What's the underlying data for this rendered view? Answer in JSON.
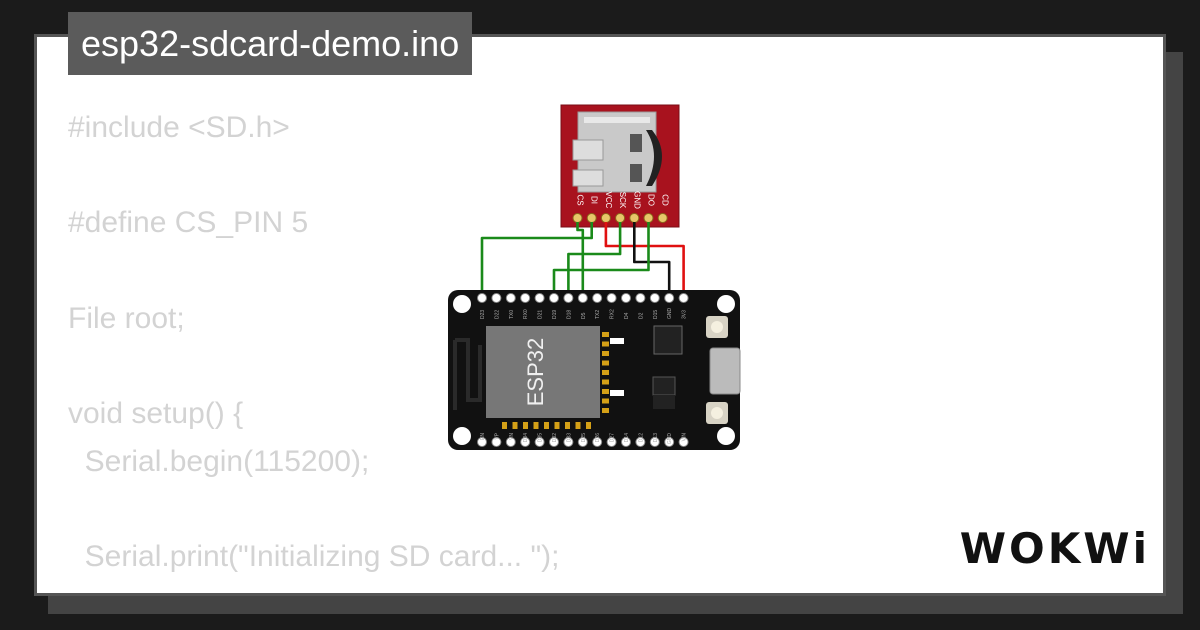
{
  "title": "esp32-sdcard-demo.ino",
  "code_lines": [
    "#include <SD.h>",
    "",
    "#define CS_PIN 5",
    "",
    "File root;",
    "",
    "void setup() {",
    "  Serial.begin(115200);",
    "",
    "  Serial.print(\"Initializing SD card... \");"
  ],
  "sd_module": {
    "pins": [
      "CS",
      "DI",
      "VCC",
      "SCK",
      "GND",
      "DO",
      "CD"
    ]
  },
  "esp32": {
    "chip_label": "ESP32",
    "top_pins": [
      "D23",
      "D22",
      "TX0",
      "RX0",
      "D21",
      "D19",
      "D18",
      "D5",
      "TX2",
      "RX2",
      "D4",
      "D2",
      "D15",
      "GND",
      "3V3"
    ],
    "bottom_pins": [
      "EN",
      "VP",
      "VN",
      "D34",
      "D35",
      "D32",
      "D33",
      "D25",
      "D26",
      "D27",
      "D14",
      "D12",
      "D13",
      "GND",
      "VIN"
    ]
  },
  "wires": [
    {
      "from": "CS",
      "to": "D5",
      "color": "#1a8a1a"
    },
    {
      "from": "DI",
      "to": "D23",
      "color": "#1a8a1a"
    },
    {
      "from": "VCC",
      "to": "3V3",
      "color": "#e01010"
    },
    {
      "from": "SCK",
      "to": "D18",
      "color": "#1a8a1a"
    },
    {
      "from": "GND",
      "to": "GND",
      "color": "#111111"
    },
    {
      "from": "DO",
      "to": "D19",
      "color": "#1a8a1a"
    }
  ],
  "logo": "WOKWi"
}
